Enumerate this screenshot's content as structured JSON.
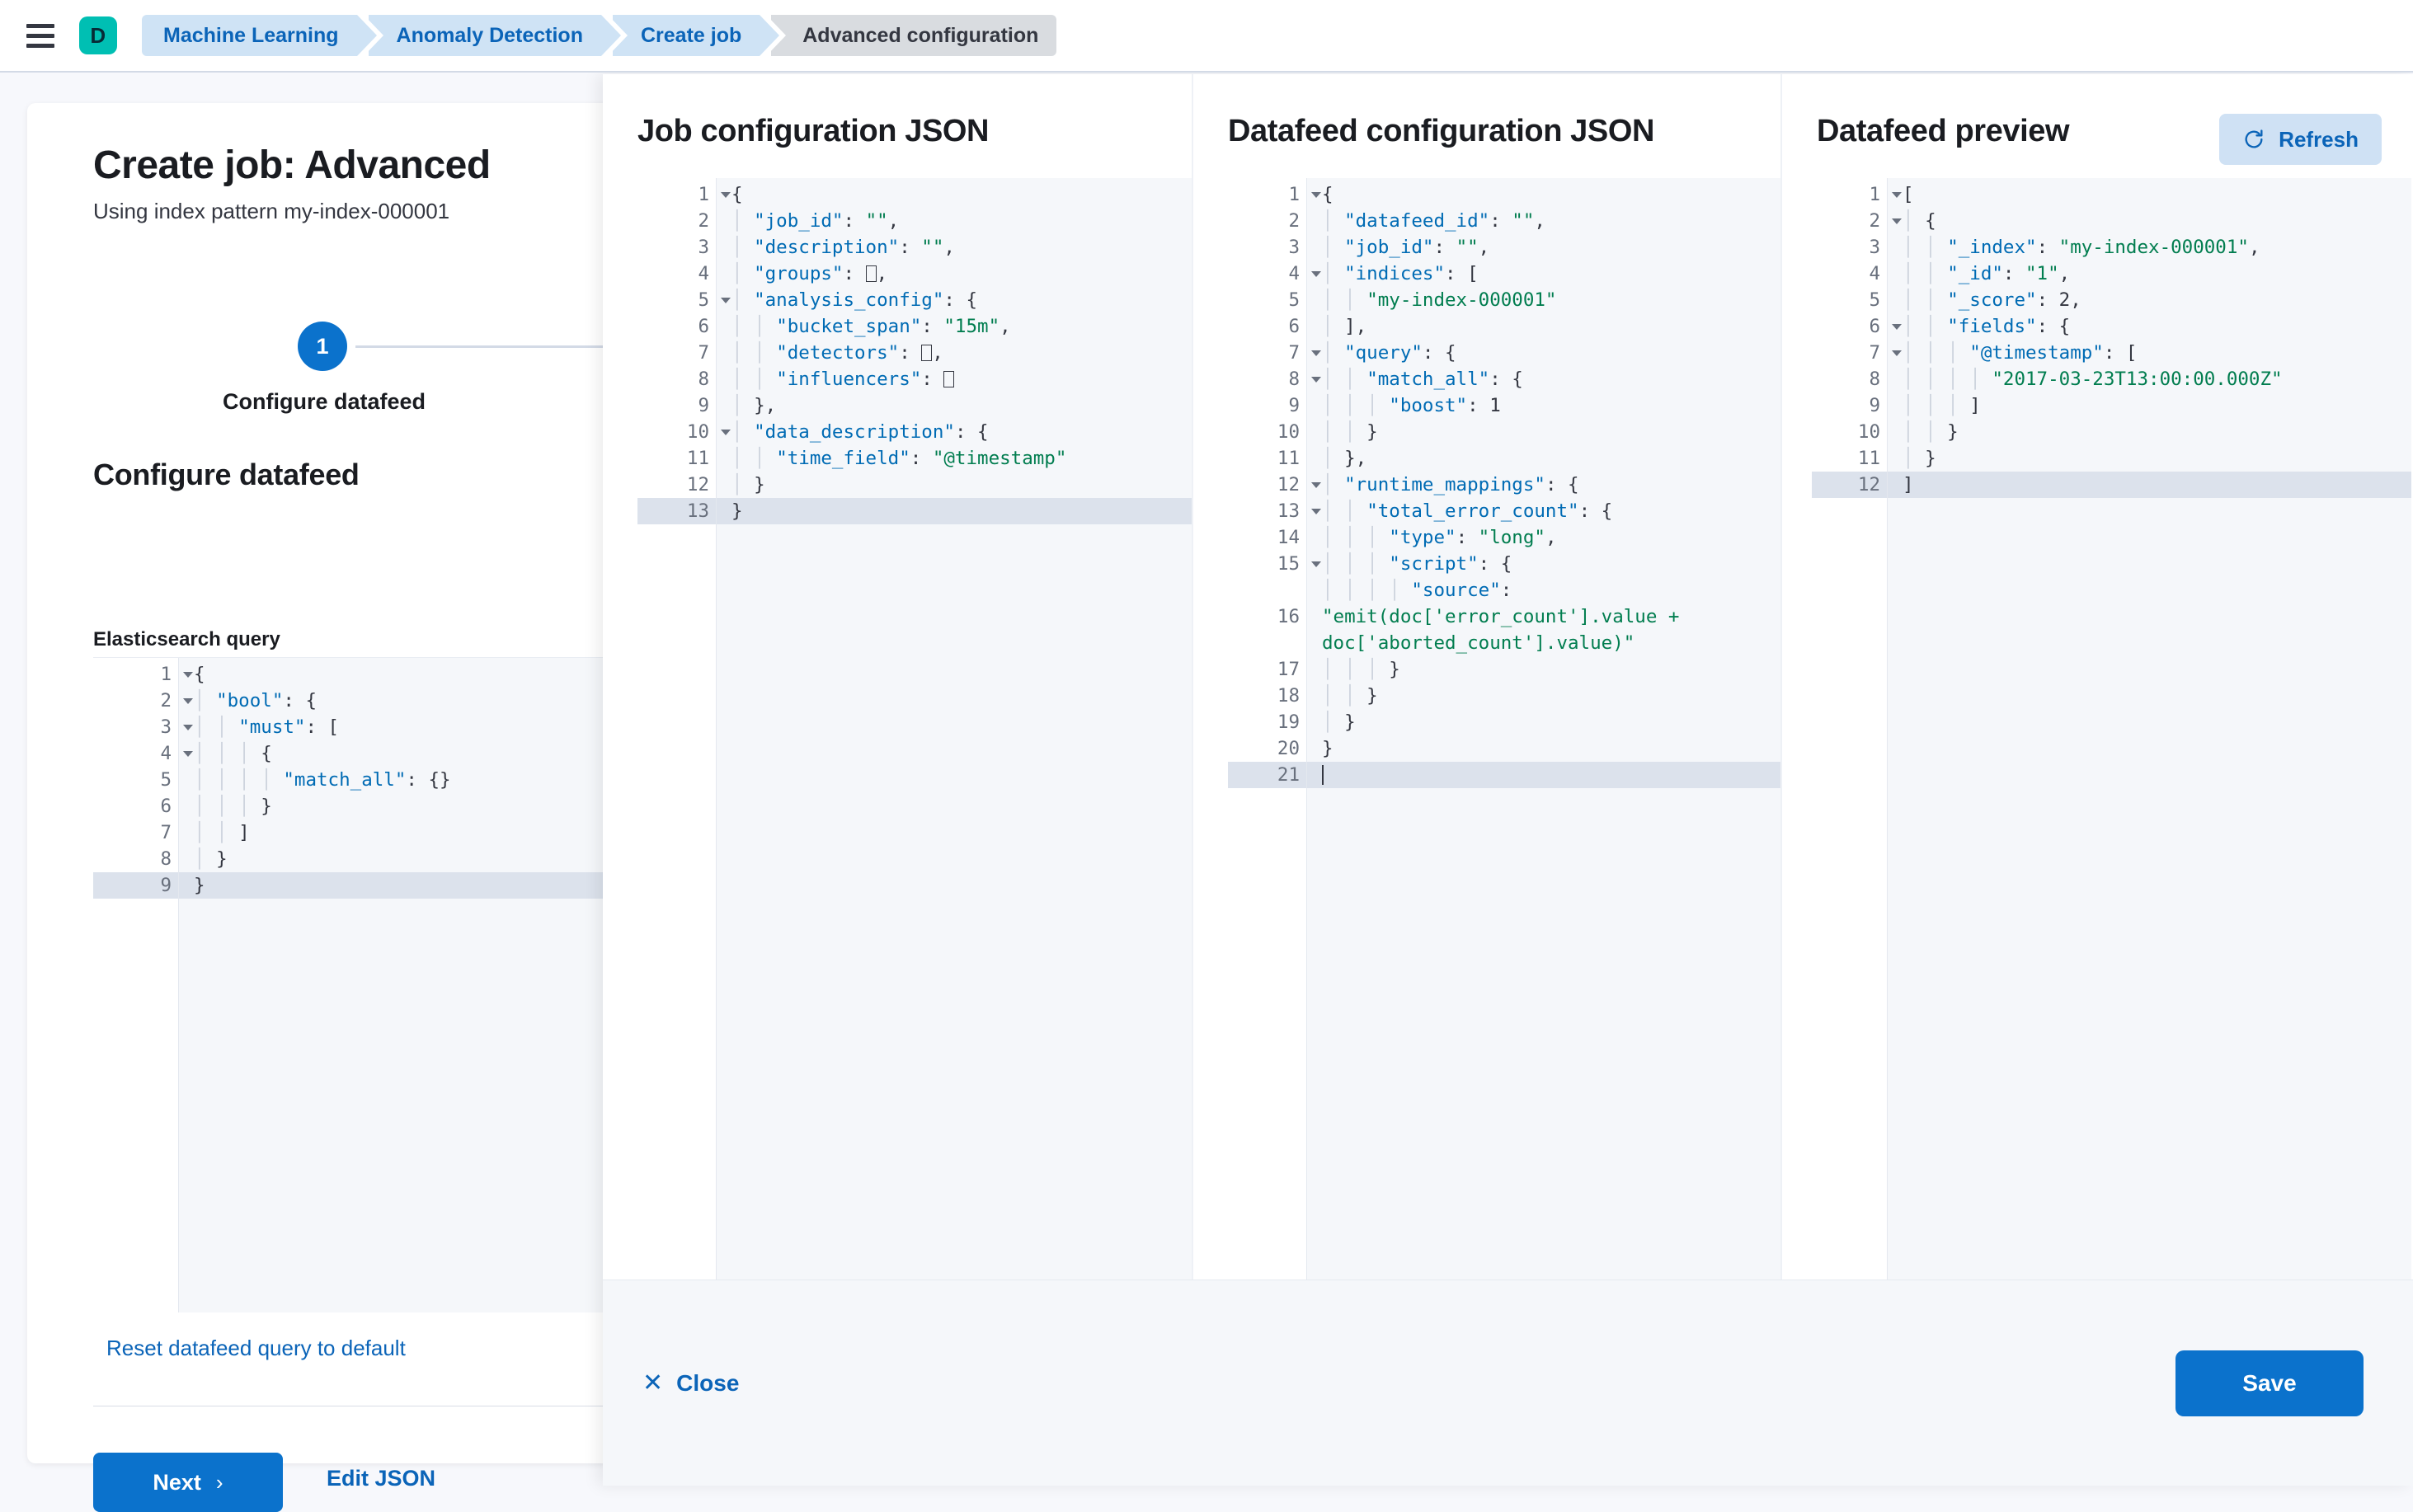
{
  "topbar": {
    "menu_icon": "hamburger-icon",
    "space_avatar": "D",
    "breadcrumbs": [
      {
        "label": "Machine Learning"
      },
      {
        "label": "Anomaly Detection"
      },
      {
        "label": "Create job"
      },
      {
        "label": "Advanced configuration"
      }
    ]
  },
  "page": {
    "title": "Create job: Advanced",
    "subtitle": "Using index pattern my-index-000001",
    "step": {
      "number": "1",
      "label": "Configure datafeed"
    },
    "section_title": "Configure datafeed",
    "field_label": "Elasticsearch query",
    "reset_link": "Reset datafeed query to default",
    "next_label": "Next",
    "next_chevron": "›",
    "edit_json_label": "Edit JSON"
  },
  "flyout": {
    "close_label": "Close",
    "close_icon": "close-x-icon",
    "save_label": "Save",
    "columns": {
      "job_config": {
        "title": "Job configuration JSON"
      },
      "datafeed_config": {
        "title": "Datafeed configuration JSON"
      },
      "datafeed_preview": {
        "title": "Datafeed preview",
        "refresh_label": "Refresh",
        "refresh_icon": "refresh-icon"
      }
    }
  },
  "colors": {
    "primary": "#0b72cc",
    "link": "#0b64b8",
    "accent_teal": "#00BFB3",
    "breadcrumb_bg": "#cfe3f5",
    "breadcrumb_last_bg": "#d9dce0",
    "editor_bg": "#f5f7fa",
    "active_line": "#dce2ec",
    "json_key": "#006bb4",
    "json_string": "#017d4f"
  },
  "editors": {
    "elasticsearch_query": {
      "active_line": 9,
      "lines": [
        {
          "n": 1,
          "fold": true,
          "text": "{"
        },
        {
          "n": 2,
          "fold": true,
          "text": "  \"bool\": {"
        },
        {
          "n": 3,
          "fold": true,
          "text": "    \"must\": ["
        },
        {
          "n": 4,
          "fold": true,
          "text": "      {"
        },
        {
          "n": 5,
          "fold": false,
          "text": "        \"match_all\": {}"
        },
        {
          "n": 6,
          "fold": false,
          "text": "      }"
        },
        {
          "n": 7,
          "fold": false,
          "text": "    ]"
        },
        {
          "n": 8,
          "fold": false,
          "text": "  }"
        },
        {
          "n": 9,
          "fold": false,
          "text": "}"
        }
      ]
    },
    "job_config": {
      "active_line": 13,
      "lines": [
        {
          "n": 1,
          "fold": true,
          "text": "{"
        },
        {
          "n": 2,
          "fold": false,
          "text": "  \"job_id\": \"\","
        },
        {
          "n": 3,
          "fold": false,
          "text": "  \"description\": \"\","
        },
        {
          "n": 4,
          "fold": false,
          "text": "  \"groups\": [],"
        },
        {
          "n": 5,
          "fold": true,
          "text": "  \"analysis_config\": {"
        },
        {
          "n": 6,
          "fold": false,
          "text": "    \"bucket_span\": \"15m\","
        },
        {
          "n": 7,
          "fold": false,
          "text": "    \"detectors\": [],"
        },
        {
          "n": 8,
          "fold": false,
          "text": "    \"influencers\": []"
        },
        {
          "n": 9,
          "fold": false,
          "text": "  },"
        },
        {
          "n": 10,
          "fold": true,
          "text": "  \"data_description\": {"
        },
        {
          "n": 11,
          "fold": false,
          "text": "    \"time_field\": \"@timestamp\""
        },
        {
          "n": 12,
          "fold": false,
          "text": "  }"
        },
        {
          "n": 13,
          "fold": false,
          "text": "}"
        }
      ]
    },
    "datafeed_config": {
      "active_line": 21,
      "lines": [
        {
          "n": 1,
          "fold": true,
          "text": "{"
        },
        {
          "n": 2,
          "fold": false,
          "text": "  \"datafeed_id\": \"\","
        },
        {
          "n": 3,
          "fold": false,
          "text": "  \"job_id\": \"\","
        },
        {
          "n": 4,
          "fold": true,
          "text": "  \"indices\": ["
        },
        {
          "n": 5,
          "fold": false,
          "text": "    \"my-index-000001\""
        },
        {
          "n": 6,
          "fold": false,
          "text": "  ],"
        },
        {
          "n": 7,
          "fold": true,
          "text": "  \"query\": {"
        },
        {
          "n": 8,
          "fold": true,
          "text": "    \"match_all\": {"
        },
        {
          "n": 9,
          "fold": false,
          "text": "      \"boost\": 1"
        },
        {
          "n": 10,
          "fold": false,
          "text": "    }"
        },
        {
          "n": 11,
          "fold": false,
          "text": "  },"
        },
        {
          "n": 12,
          "fold": true,
          "text": "  \"runtime_mappings\": {"
        },
        {
          "n": 13,
          "fold": true,
          "text": "    \"total_error_count\": {"
        },
        {
          "n": 14,
          "fold": false,
          "text": "      \"type\": \"long\","
        },
        {
          "n": 15,
          "fold": true,
          "text": "      \"script\": {"
        },
        {
          "n": 16,
          "fold": false,
          "text": "        \"source\": \"emit(doc['error_count'].value + doc['aborted_count'].value)\""
        },
        {
          "n": 17,
          "fold": false,
          "text": "      }"
        },
        {
          "n": 18,
          "fold": false,
          "text": "    }"
        },
        {
          "n": 19,
          "fold": false,
          "text": "  }"
        },
        {
          "n": 20,
          "fold": false,
          "text": "}"
        },
        {
          "n": 21,
          "fold": false,
          "text": ""
        }
      ]
    },
    "datafeed_preview": {
      "active_line": 12,
      "lines": [
        {
          "n": 1,
          "fold": true,
          "text": "["
        },
        {
          "n": 2,
          "fold": true,
          "text": "  {"
        },
        {
          "n": 3,
          "fold": false,
          "text": "    \"_index\": \"my-index-000001\","
        },
        {
          "n": 4,
          "fold": false,
          "text": "    \"_id\": \"1\","
        },
        {
          "n": 5,
          "fold": false,
          "text": "    \"_score\": 2,"
        },
        {
          "n": 6,
          "fold": true,
          "text": "    \"fields\": {"
        },
        {
          "n": 7,
          "fold": true,
          "text": "      \"@timestamp\": ["
        },
        {
          "n": 8,
          "fold": false,
          "text": "        \"2017-03-23T13:00:00.000Z\""
        },
        {
          "n": 9,
          "fold": false,
          "text": "      ]"
        },
        {
          "n": 10,
          "fold": false,
          "text": "    }"
        },
        {
          "n": 11,
          "fold": false,
          "text": "  }"
        },
        {
          "n": 12,
          "fold": false,
          "text": "]"
        }
      ]
    }
  }
}
